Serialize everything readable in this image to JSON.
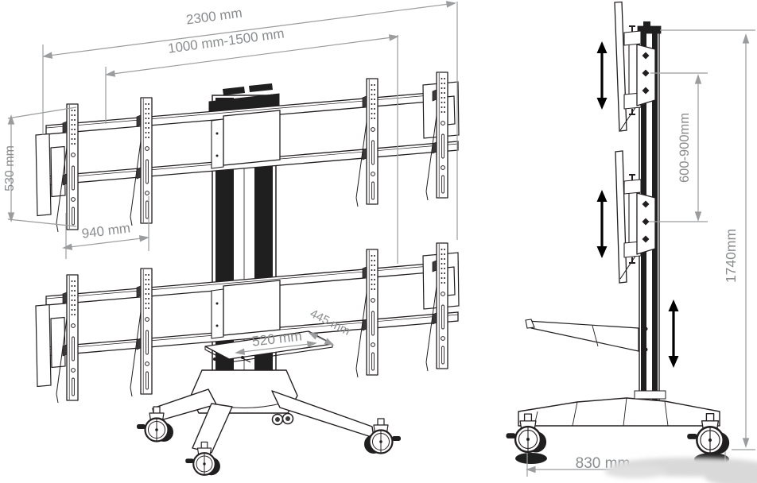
{
  "drawing": {
    "description": "Mobile dual-row TV trolley - dimensioned technical line drawing, front view and side view",
    "colors": {
      "outline": "#231f20",
      "dimension_line": "#9a9c9e",
      "dimension_text": "#8a8c8e",
      "dark_fill": "#1f1f1f",
      "background": "#ffffff",
      "smudge": "#d9d9d9"
    },
    "front_view": {
      "dim_total_width": "2300 mm",
      "dim_screen_width_range": "1000 mm-1500 mm",
      "dim_bracket_height": "530 mm",
      "dim_bracket_span": "940 mm",
      "dim_shelf_width": "520 mm",
      "dim_shelf_depth": "445 mm"
    },
    "side_view": {
      "dim_vertical_adjust_range": "600-900mm",
      "dim_total_height": "1740mm",
      "dim_base_depth": "830 mm"
    }
  }
}
